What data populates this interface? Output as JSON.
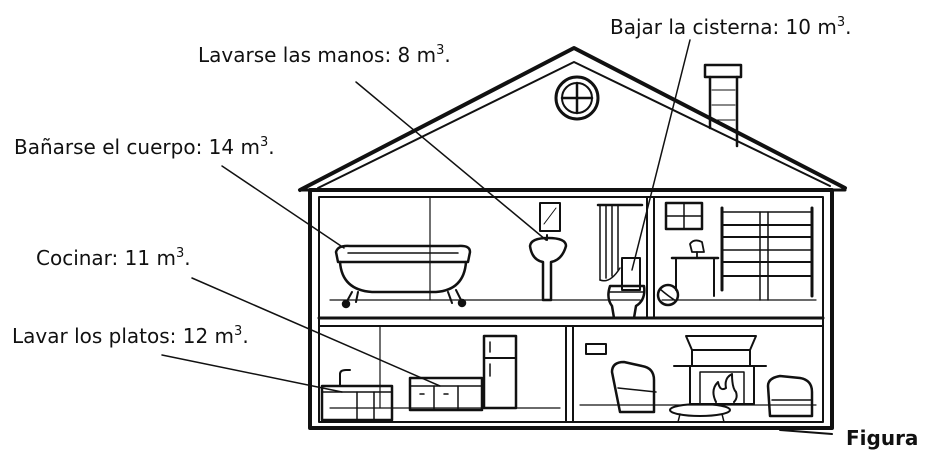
{
  "labels": {
    "lavarse_manos": {
      "text": "Lavarse las manos: 8 m",
      "exp": "3",
      "end": "."
    },
    "bajar_cisterna": {
      "text": "Bajar la cisterna: 10 m",
      "exp": "3",
      "end": "."
    },
    "banarse": {
      "text": "Bañarse el cuerpo: 14 m",
      "exp": "3",
      "end": "."
    },
    "cocinar": {
      "text": "Cocinar: 11 m",
      "exp": "3",
      "end": "."
    },
    "lavar_platos": {
      "text": "Lavar los platos: 12 m",
      "exp": "3",
      "end": "."
    }
  },
  "caption": "Figura",
  "colors": {
    "ink": "#111111",
    "background": "#ffffff"
  }
}
